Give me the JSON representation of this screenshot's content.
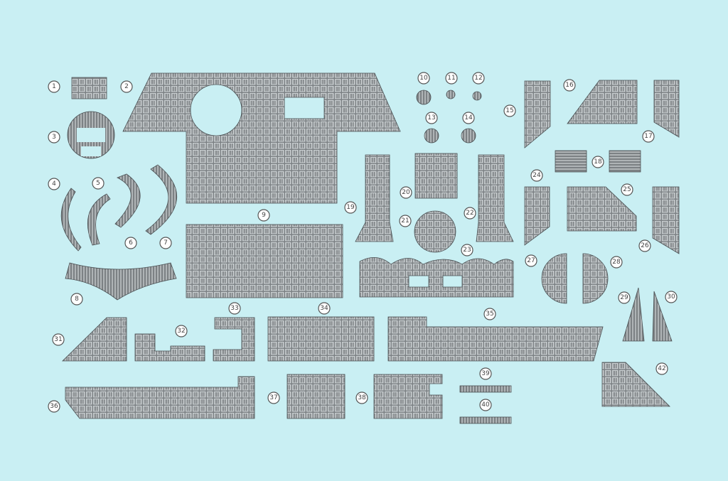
{
  "sheet": {
    "background": "#c9eff3",
    "part_fill": "#7e8386",
    "part_stroke": "#4a4f52"
  },
  "parts": [
    {
      "number": "1"
    },
    {
      "number": "2"
    },
    {
      "number": "3"
    },
    {
      "number": "4"
    },
    {
      "number": "5"
    },
    {
      "number": "6"
    },
    {
      "number": "7"
    },
    {
      "number": "8"
    },
    {
      "number": "9"
    },
    {
      "number": "10"
    },
    {
      "number": "11"
    },
    {
      "number": "12"
    },
    {
      "number": "13"
    },
    {
      "number": "14"
    },
    {
      "number": "15"
    },
    {
      "number": "16"
    },
    {
      "number": "17"
    },
    {
      "number": "18"
    },
    {
      "number": "19"
    },
    {
      "number": "20"
    },
    {
      "number": "21"
    },
    {
      "number": "22"
    },
    {
      "number": "23"
    },
    {
      "number": "24"
    },
    {
      "number": "25"
    },
    {
      "number": "26"
    },
    {
      "number": "27"
    },
    {
      "number": "28"
    },
    {
      "number": "29"
    },
    {
      "number": "30"
    },
    {
      "number": "31"
    },
    {
      "number": "32"
    },
    {
      "number": "33"
    },
    {
      "number": "34"
    },
    {
      "number": "35"
    },
    {
      "number": "36"
    },
    {
      "number": "37"
    },
    {
      "number": "38"
    },
    {
      "number": "39"
    },
    {
      "number": "40"
    },
    {
      "number": "42"
    }
  ]
}
